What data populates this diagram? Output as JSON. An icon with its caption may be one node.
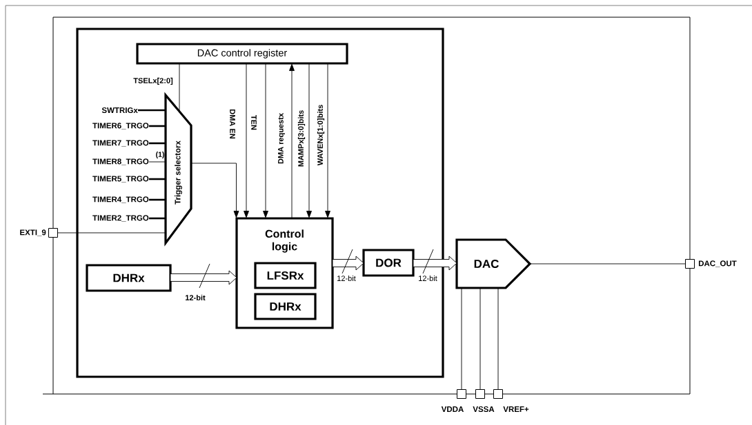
{
  "diagram": {
    "nodes": [
      {
        "text": [],
        "shape": "box"
      },
      {
        "text": [],
        "shape": "box",
        "in": 0
      },
      {
        "text": [
          "DAC control register"
        ],
        "in": 1
      },
      {
        "text": [
          "SWTRIGx"
        ],
        "in": 1
      },
      {
        "text": [
          "TIMER6_TRGO"
        ],
        "in": 1
      },
      {
        "text": [
          "TIMER7_TRGO"
        ],
        "in": 1
      },
      {
        "text": [
          "TIMER8_TRGO"
        ],
        "in": 1
      },
      {
        "text": [
          "TIMER5_TRGO"
        ],
        "in": 1
      },
      {
        "text": [
          "TIMER4_TRGO"
        ],
        "in": 1
      },
      {
        "text": [
          "TIMER2_TRGO"
        ],
        "in": 1
      },
      {
        "text": [
          "Trigger selectorx"
        ],
        "in": 1
      },
      {
        "text": [],
        "shape": "box",
        "beside": [
          "EXTI_9"
        ]
      },
      {
        "text": [
          "Control logic"
        ],
        "in": 1
      },
      {
        "text": [
          "LFSRx"
        ],
        "in": 12
      },
      {
        "text": [
          "DHRx"
        ],
        "in": 12
      },
      {
        "text": [
          "DHRx"
        ],
        "in": 1
      },
      {
        "text": [
          "DOR"
        ],
        "in": 1
      },
      {
        "text": [
          "DAC"
        ],
        "in": 0
      },
      {
        "text": [],
        "shape": "box",
        "beside": [
          "DAC_OUT"
        ]
      },
      {
        "text": [],
        "shape": "box",
        "beside": [
          "VDDA"
        ]
      },
      {
        "text": [],
        "shape": "box",
        "beside": [
          "VSSA"
        ]
      },
      {
        "text": [],
        "shape": "box",
        "beside": [
          "VREF+"
        ]
      }
    ],
    "edges": [
      {
        "from": 2,
        "to": 10,
        "arrow": "none",
        "label": "TSELx[2:0]"
      },
      {
        "from": 3,
        "to": 10,
        "arrow": "none",
        "style": "thick"
      },
      {
        "from": 4,
        "to": 10,
        "arrow": "none",
        "style": "thick"
      },
      {
        "from": 5,
        "to": 10,
        "arrow": "none",
        "style": "thick"
      },
      {
        "from": 6,
        "to": 10,
        "arrow": "none"
      },
      {
        "from": 7,
        "to": 10,
        "arrow": "none",
        "style": "thick"
      },
      {
        "from": 8,
        "to": 10,
        "arrow": "none",
        "style": "thick"
      },
      {
        "from": 9,
        "to": 10,
        "arrow": "none",
        "style": "thick"
      },
      {
        "from": 11,
        "to": 10,
        "arrow": "none"
      },
      {
        "from": 10,
        "to": 12,
        "arrow": "to"
      },
      {
        "from": 2,
        "to": 12,
        "arrow": "to",
        "label": "DMA EN"
      },
      {
        "from": 2,
        "to": 12,
        "arrow": "to",
        "label": "TEN"
      },
      {
        "from": 12,
        "to": 2,
        "arrow": "to",
        "label": "DMA requestx"
      },
      {
        "from": 2,
        "to": 12,
        "arrow": "to",
        "label": "MAMPx[3:0]bits"
      },
      {
        "from": 2,
        "to": 12,
        "arrow": "to",
        "label": "WAVENx[1:0]bits"
      },
      {
        "from": 15,
        "to": 12,
        "arrow": "to",
        "label": "12-bit"
      },
      {
        "from": 12,
        "to": 16,
        "arrow": "to",
        "label": "12-bit"
      },
      {
        "from": 16,
        "to": 17,
        "arrow": "to",
        "label": "12-bit"
      },
      {
        "from": 17,
        "to": 18,
        "arrow": "none"
      },
      {
        "from": 17,
        "to": 19,
        "arrow": "none"
      },
      {
        "from": 17,
        "to": 20,
        "arrow": "none"
      },
      {
        "from": 17,
        "to": 21,
        "arrow": "none"
      }
    ],
    "labels": [
      "(1)"
    ]
  }
}
